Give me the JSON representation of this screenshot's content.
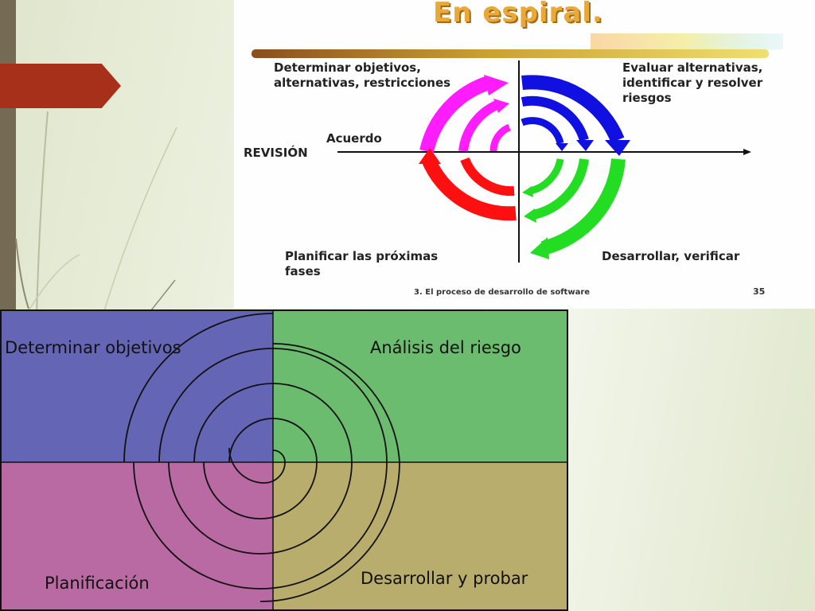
{
  "top_diagram": {
    "title": "En espiral.",
    "labels": {
      "top_left_line1": "Determinar objetivos,",
      "top_left_line2": "alternativas, restricciones",
      "top_right_line1": "Evaluar alternativas,",
      "top_right_line2": "identificar y resolver",
      "top_right_line3": "riesgos",
      "agreement": "Acuerdo",
      "revision": "REVISIÓN",
      "bottom_left_line1": "Planificar las próximas",
      "bottom_left_line2": "fases",
      "bottom_right": "Desarrollar, verificar"
    },
    "footer": "3. El proceso de desarrollo de software",
    "page_number": "35",
    "colors": {
      "magenta": "#ff1dff",
      "blue": "#1010e0",
      "green": "#22dd22",
      "red": "#ff1010"
    }
  },
  "quadrant_diagram": {
    "top_left": "Determinar objetivos",
    "top_right": "Análisis del riesgo",
    "bottom_left": "Planificación",
    "bottom_right": "Desarrollar y probar",
    "colors": {
      "top_left": "#6565b6",
      "top_right": "#6bbc6f",
      "bottom_left": "#ba6aa3",
      "bottom_right": "#b9ad6d"
    }
  }
}
